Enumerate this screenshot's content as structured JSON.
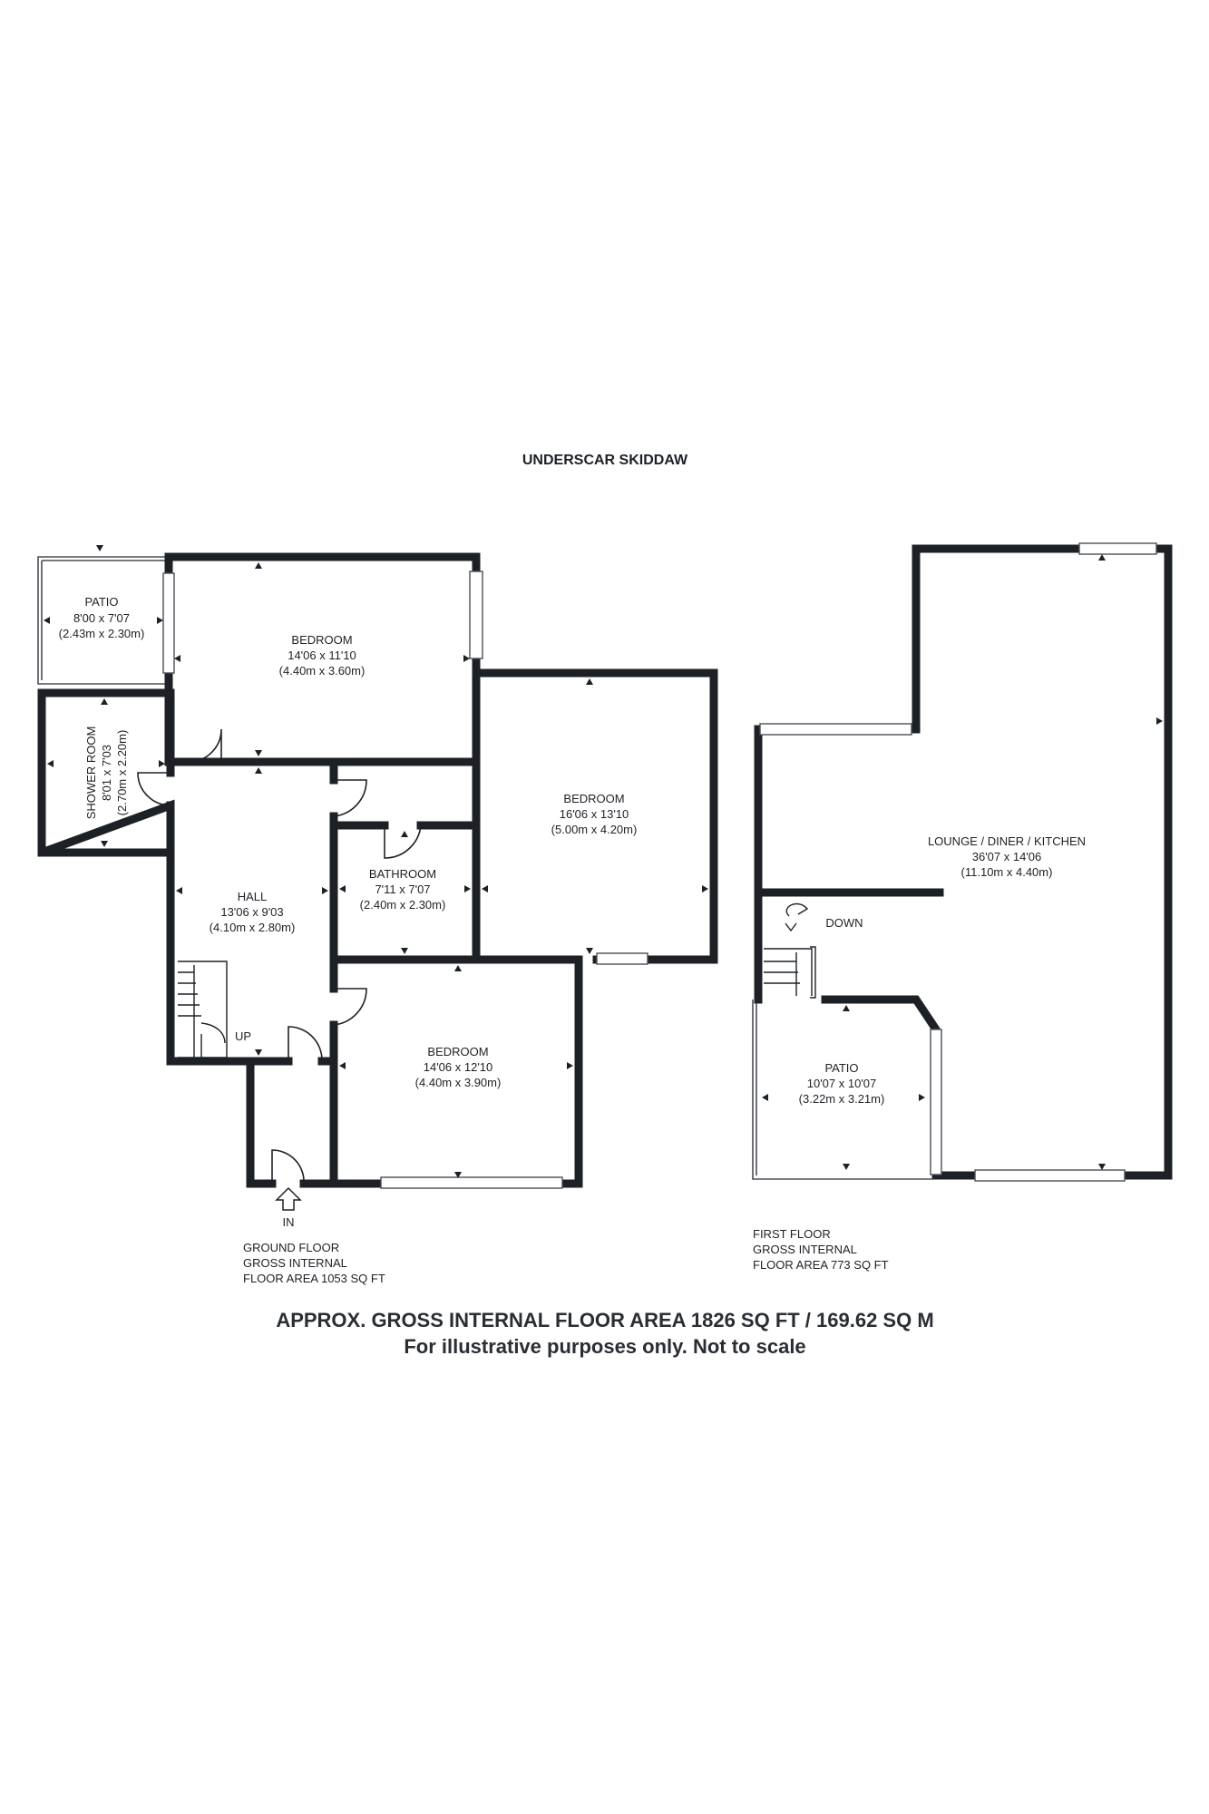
{
  "title": "UNDERSCAR SKIDDAW",
  "ground_floor": {
    "rooms": [
      {
        "name": "PATIO",
        "imperial": "8'00 x 7'07",
        "metric": "(2.43m x 2.30m)"
      },
      {
        "name": "BEDROOM",
        "imperial": "14'06 x 11'10",
        "metric": "(4.40m x 3.60m)"
      },
      {
        "name": "SHOWER ROOM",
        "imperial": "8'01 x 7'03",
        "metric": "(2.70m x 2.20m)"
      },
      {
        "name": "BEDROOM",
        "imperial": "16'06 x 13'10",
        "metric": "(5.00m x 4.20m)"
      },
      {
        "name": "BATHROOM",
        "imperial": "7'11 x 7'07",
        "metric": "(2.40m x 2.30m)"
      },
      {
        "name": "HALL",
        "imperial": "13'06 x 9'03",
        "metric": "(4.10m x 2.80m)"
      },
      {
        "name": "BEDROOM",
        "imperial": "14'06 x 12'10",
        "metric": "(4.40m x 3.90m)"
      }
    ],
    "stairs_label": "UP",
    "entrance_label": "IN",
    "area_lines": [
      "GROUND FLOOR",
      "GROSS INTERNAL",
      "FLOOR AREA 1053 SQ FT"
    ]
  },
  "first_floor": {
    "rooms": [
      {
        "name": "LOUNGE / DINER / KITCHEN",
        "imperial": "36'07 x 14'06",
        "metric": "(11.10m x 4.40m)"
      },
      {
        "name": "PATIO",
        "imperial": "10'07 x 10'07",
        "metric": "(3.22m x 3.21m)"
      }
    ],
    "stairs_label": "DOWN",
    "area_lines": [
      "FIRST FLOOR",
      "GROSS INTERNAL",
      "FLOOR AREA 773 SQ FT"
    ]
  },
  "footer": {
    "total_area": "APPROX. GROSS INTERNAL FLOOR AREA 1826 SQ FT / 169.62 SQ M",
    "disclaimer": "For illustrative purposes only. Not to scale"
  }
}
